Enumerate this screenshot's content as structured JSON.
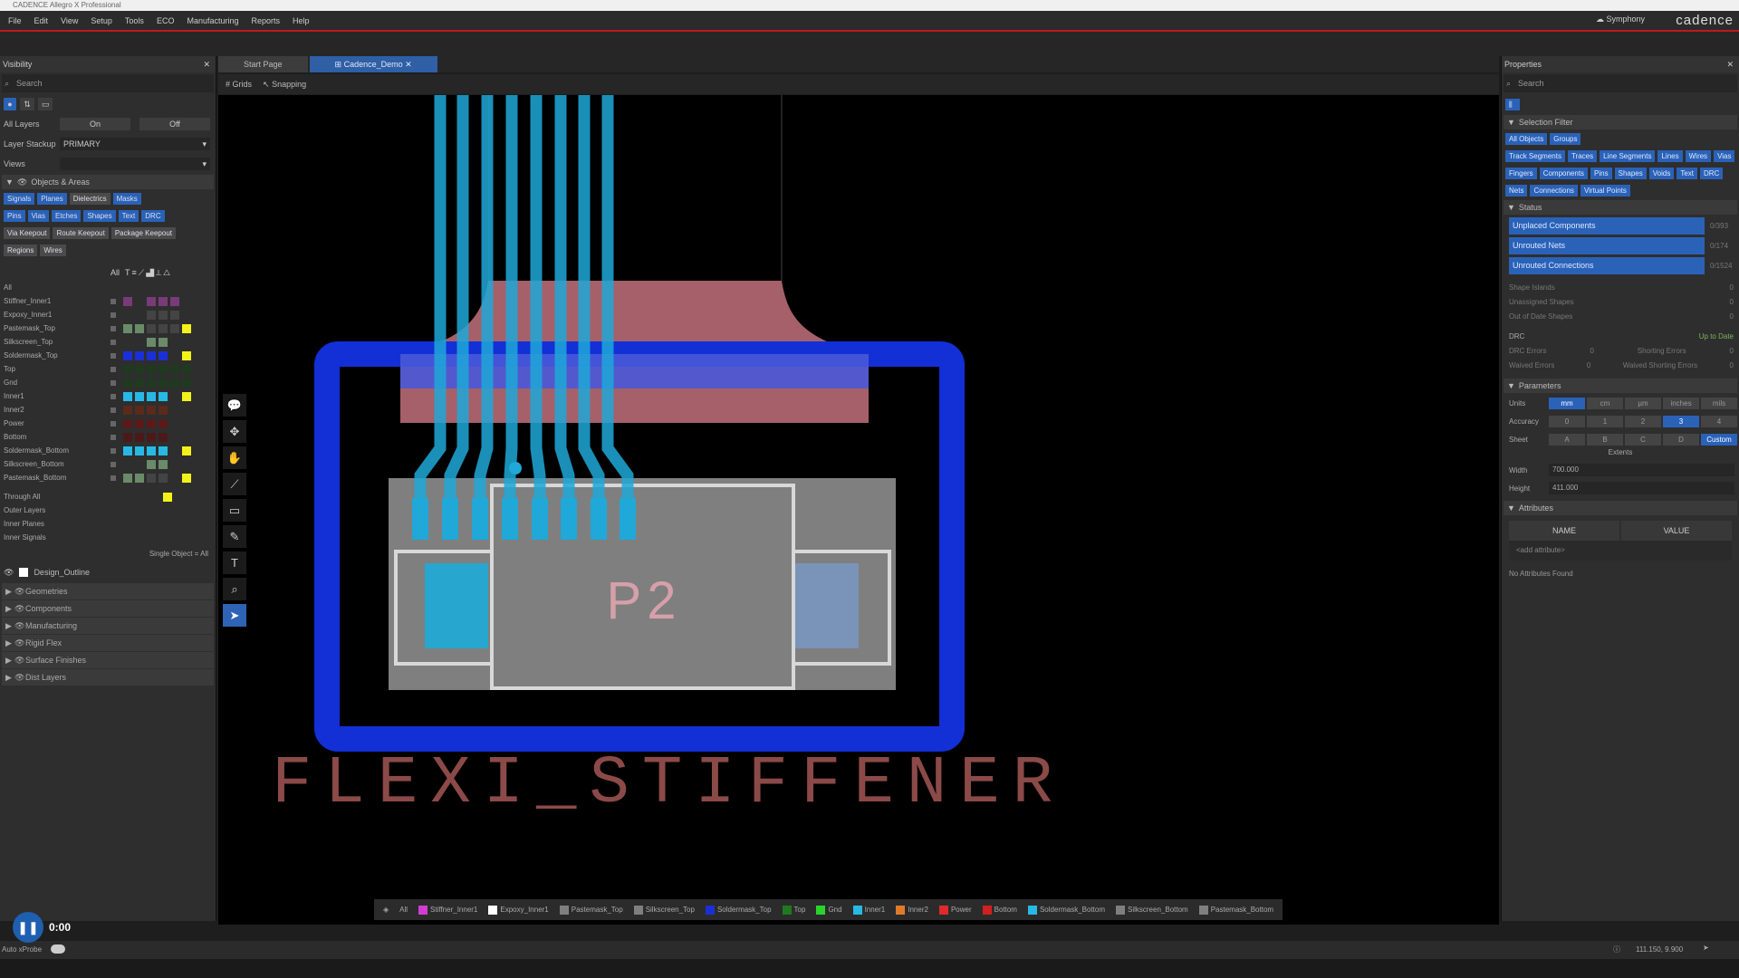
{
  "window": {
    "title": "CADENCE Allegro X Professional"
  },
  "menu": {
    "items": [
      "File",
      "Edit",
      "View",
      "Setup",
      "Tools",
      "ECO",
      "Manufacturing",
      "Reports",
      "Help"
    ],
    "symphony": "Symphony",
    "brand": "cadence"
  },
  "visibility": {
    "title": "Visibility",
    "search_placeholder": "Search",
    "all_layers_label": "All Layers",
    "on_label": "On",
    "off_label": "Off",
    "stackup_label": "Layer Stackup",
    "stackup_value": "PRIMARY",
    "views_label": "Views",
    "views_value": "",
    "objects_section": "Objects & Areas",
    "tabs": [
      "Signals",
      "Planes",
      "Dielectrics",
      "Masks"
    ],
    "objects": [
      "Pins",
      "Vias",
      "Etches",
      "Shapes",
      "Text",
      "DRC"
    ],
    "keepouts": [
      "Via Keepout",
      "Route Keepout",
      "Package Keepout"
    ],
    "other": [
      "Regions",
      "Wires"
    ],
    "all_label": "All",
    "all_header": "All",
    "layers": [
      {
        "name": "Stiffner_Inner1",
        "swatches": [
          "#7a3a7a",
          "",
          "#7a3a7a",
          "#7a3a7a",
          "#7a3a7a",
          ""
        ]
      },
      {
        "name": "Expoxy_Inner1",
        "swatches": [
          "",
          "",
          "#444",
          "#444",
          "#444",
          ""
        ]
      },
      {
        "name": "Pastemask_Top",
        "swatches": [
          "#6a8a6a",
          "#6a8a6a",
          "#444",
          "#444",
          "#444",
          "#f2f21a"
        ]
      },
      {
        "name": "Silkscreen_Top",
        "swatches": [
          "",
          "",
          "#6a8a6a",
          "#6a8a6a",
          "",
          ""
        ]
      },
      {
        "name": "Soldermask_Top",
        "swatches": [
          "#1b2fd8",
          "#1b2fd8",
          "#1b2fd8",
          "#1b2fd8",
          "",
          "#f2f21a"
        ]
      },
      {
        "name": "Top",
        "swatches": [
          "#1f3a1f",
          "#1f3a1f",
          "#1f3a1f",
          "#1f3a1f",
          "#1f3a1f",
          "#1f3a1f"
        ]
      },
      {
        "name": "Gnd",
        "swatches": [
          "#1f3a1f",
          "#1f3a1f",
          "#1f3a1f",
          "#1f3a1f",
          "#1f3a1f",
          "#1f3a1f"
        ]
      },
      {
        "name": "Inner1",
        "swatches": [
          "#27b9e6",
          "#27b9e6",
          "#27b9e6",
          "#27b9e6",
          "",
          "#f2f21a"
        ]
      },
      {
        "name": "Inner2",
        "swatches": [
          "#5a2a1a",
          "#5a2a1a",
          "#5a2a1a",
          "#5a2a1a",
          "",
          ""
        ]
      },
      {
        "name": "Power",
        "swatches": [
          "#5a1a1a",
          "#5a1a1a",
          "#5a1a1a",
          "#5a1a1a",
          "",
          ""
        ]
      },
      {
        "name": "Bottom",
        "swatches": [
          "#4a1a1a",
          "#4a1a1a",
          "#4a1a1a",
          "#4a1a1a",
          "",
          ""
        ]
      },
      {
        "name": "Soldermask_Bottom",
        "swatches": [
          "#27b9e6",
          "#27b9e6",
          "#27b9e6",
          "#27b9e6",
          "",
          "#f2f21a"
        ]
      },
      {
        "name": "Silkscreen_Bottom",
        "swatches": [
          "",
          "",
          "#6a8a6a",
          "#6a8a6a",
          "",
          ""
        ]
      },
      {
        "name": "Pastemask_Bottom",
        "swatches": [
          "#6a8a6a",
          "#6a8a6a",
          "#444",
          "#444",
          "",
          "#f2f21a"
        ]
      }
    ],
    "extra_rows": [
      "Through All",
      "Outer Layers",
      "Inner Planes",
      "Inner Signals"
    ],
    "single_object": "Single Object = All",
    "design_outline": "Design_Outline",
    "groups": [
      "Geometries",
      "Components",
      "Manufacturing",
      "Rigid Flex",
      "Surface Finishes",
      "Dist Layers"
    ]
  },
  "tabs": [
    {
      "label": "Start Page",
      "active": false
    },
    {
      "label": "Cadence_Demo",
      "active": true
    }
  ],
  "subtools": {
    "grids": "Grids",
    "snapping": "Snapping"
  },
  "canvas": {
    "refdes": "P2",
    "label": "FLEXI_STIFFENER",
    "colors": {
      "background": "#000000",
      "trace": "#1fa8d8",
      "stiffener": "#b86a74",
      "soldermask": "#1230d6",
      "silk": "#d8d8d8",
      "body": "#7f7f7f",
      "text": "#8b4a48"
    }
  },
  "layerbar": [
    {
      "label": "All",
      "color": ""
    },
    {
      "label": "Stiffner_Inner1",
      "color": "#d13dd1"
    },
    {
      "label": "Expoxy_Inner1",
      "color": "#ffffff"
    },
    {
      "label": "Pastemask_Top",
      "color": "#7f7f7f"
    },
    {
      "label": "Silkscreen_Top",
      "color": "#7f7f7f"
    },
    {
      "label": "Soldermask_Top",
      "color": "#1b2fd8"
    },
    {
      "label": "Top",
      "color": "#1f7a1f"
    },
    {
      "label": "Gnd",
      "color": "#2ad42a"
    },
    {
      "label": "Inner1",
      "color": "#27b9e6"
    },
    {
      "label": "Inner2",
      "color": "#e07a2a"
    },
    {
      "label": "Power",
      "color": "#e02a2a"
    },
    {
      "label": "Bottom",
      "color": "#d02020"
    },
    {
      "label": "Soldermask_Bottom",
      "color": "#27b9e6"
    },
    {
      "label": "Silkscreen_Bottom",
      "color": "#7f7f7f"
    },
    {
      "label": "Pastemask_Bottom",
      "color": "#7f7f7f"
    }
  ],
  "properties": {
    "title": "Properties",
    "search_placeholder": "Search",
    "selection_filter": "Selection Filter",
    "filter_row1": [
      "All Objects",
      "Groups"
    ],
    "filter_row2": [
      "Track Segments",
      "Traces",
      "Line Segments",
      "Lines",
      "Wires",
      "Vias"
    ],
    "filter_row3": [
      "Fingers",
      "Components",
      "Pins",
      "Shapes",
      "Voids",
      "Text",
      "DRC"
    ],
    "filter_row4": [
      "Nets",
      "Connections",
      "Virtual Points"
    ],
    "status_title": "Status",
    "status": [
      {
        "label": "Unplaced Components",
        "value": "0/393"
      },
      {
        "label": "Unrouted Nets",
        "value": "0/174"
      },
      {
        "label": "Unrouted Connections",
        "value": "0/1524"
      }
    ],
    "shape_rows": [
      {
        "label": "Shape Islands",
        "value": "0"
      },
      {
        "label": "Unassigned Shapes",
        "value": "0"
      },
      {
        "label": "Out of Date Shapes",
        "value": "0"
      }
    ],
    "drc_label": "DRC",
    "drc_status": "Up to Date",
    "drc_errors": "DRC Errors",
    "drc_errors_val": "0",
    "shorting_errors": "Shorting Errors",
    "shorting_errors_val": "0",
    "waived_errors": "Waived Errors",
    "waived_errors_val": "0",
    "waived_shorting": "Waived Shorting Errors",
    "waived_shorting_val": "0",
    "parameters_title": "Parameters",
    "units_label": "Units",
    "units": [
      "mm",
      "cm",
      "µm",
      "inches",
      "mils"
    ],
    "units_active": 0,
    "accuracy_label": "Accuracy",
    "accuracy": [
      "0",
      "1",
      "2",
      "3",
      "4"
    ],
    "accuracy_active": 3,
    "sheet_label": "Sheet",
    "sheet": [
      "A",
      "B",
      "C",
      "D",
      "Custom"
    ],
    "sheet_active": 4,
    "extents": "Extents",
    "width_label": "Width",
    "width_value": "700.000",
    "height_label": "Height",
    "height_value": "411.000",
    "attributes_title": "Attributes",
    "attr_name": "NAME",
    "attr_value": "VALUE",
    "add_attribute": "<add attribute>",
    "no_attributes": "No Attributes Found"
  },
  "statusbar": {
    "auto_iprobe": "Auto xProbe",
    "coords": "111.150, 9.900"
  },
  "video": {
    "time": "0:00"
  }
}
